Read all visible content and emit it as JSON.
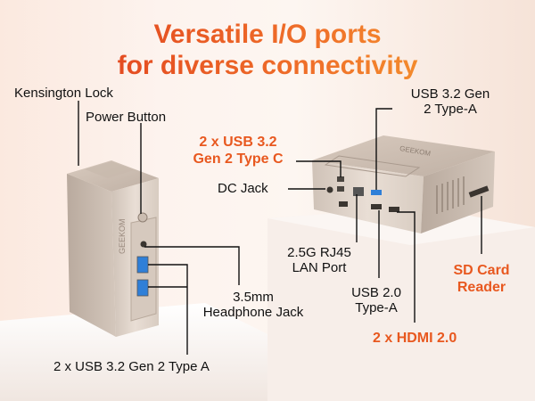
{
  "title": {
    "line1": "Versatile I/O ports",
    "line2": "for diverse connectivity"
  },
  "labels": {
    "kensington": "Kensington Lock",
    "power": "Power Button",
    "usbc_line1": "2 x USB 3.2",
    "usbc_line2": "Gen 2 Type C",
    "dcjack": "DC Jack",
    "usb32a_line1": "USB 3.2 Gen",
    "usb32a_line2": "2 Type-A",
    "rj45_line1": "2.5G RJ45",
    "rj45_line2": "LAN Port",
    "usb20_line1": "USB 2.0",
    "usb20_line2": "Type-A",
    "headphone_line1": "3.5mm",
    "headphone_line2": "Headphone Jack",
    "frontusb": "2 x USB 3.2 Gen 2 Type A",
    "sd_line1": "SD Card",
    "sd_line2": "Reader",
    "hdmi": "2 x HDMI 2.0"
  },
  "brand": {
    "front_logo": "GEEKOM",
    "top_logo": "GEEKOM"
  },
  "colors": {
    "accent": "#e8581f",
    "port_blue": "#2f7fd8"
  }
}
